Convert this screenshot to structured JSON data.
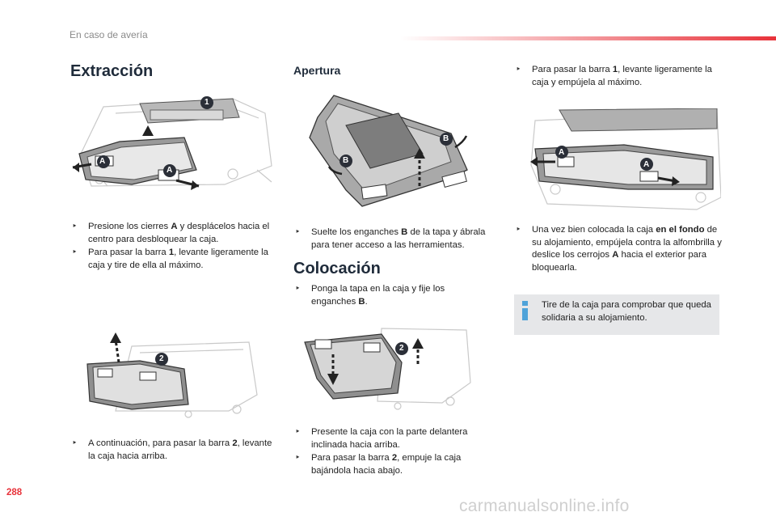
{
  "header": {
    "section": "En caso de avería",
    "page_number": "288"
  },
  "watermark": "carmanualsonline.info",
  "extraccion": {
    "title": "Extracción",
    "bullets": [
      [
        "Presione los cierres ",
        "A",
        " y desplácelos hacia el centro para desbloquear la caja."
      ],
      [
        "Para pasar la barra ",
        "1",
        ", levante ligeramente la caja y tire de ella al máximo."
      ]
    ],
    "bullets2": [
      [
        "A continuación, para pasar la barra ",
        "2",
        ", levante la caja hacia arriba."
      ]
    ],
    "labels": {
      "a": "A",
      "one": "1",
      "two": "2"
    }
  },
  "apertura": {
    "title": "Apertura",
    "bullets": [
      [
        "Suelte los enganches ",
        "B",
        " de la tapa y ábrala para tener acceso a las herramientas."
      ]
    ],
    "labels": {
      "b": "B"
    }
  },
  "colocacion": {
    "title": "Colocación",
    "bullets": [
      [
        "Ponga la tapa en la caja y fije los enganches ",
        "B",
        "."
      ]
    ],
    "bullets2": [
      [
        "Presente la caja con la parte delantera inclinada hacia arriba.",
        "",
        ""
      ],
      [
        "Para pasar la barra ",
        "2",
        ", empuje la caja bajándola hacia abajo."
      ]
    ],
    "labels": {
      "two": "2"
    }
  },
  "right": {
    "bullets": [
      [
        "Para pasar la barra ",
        "1",
        ", levante ligeramente la caja y empújela al máximo."
      ]
    ],
    "bullets2": [
      [
        "Una vez bien colocada la caja ",
        "en el fondo",
        " de su alojamiento, empújela contra la alfombrilla y deslice los cerrojos ",
        "A",
        " hacia el exterior para bloquearla."
      ]
    ],
    "info": "Tire de la caja para comprobar que queda solidaria a su alojamiento.",
    "labels": {
      "a": "A"
    }
  },
  "colors": {
    "accent": "#e8323a",
    "info_bg": "#e6e7e9",
    "heading": "#1f2b3a",
    "info_icon": "#4fa3d9"
  }
}
